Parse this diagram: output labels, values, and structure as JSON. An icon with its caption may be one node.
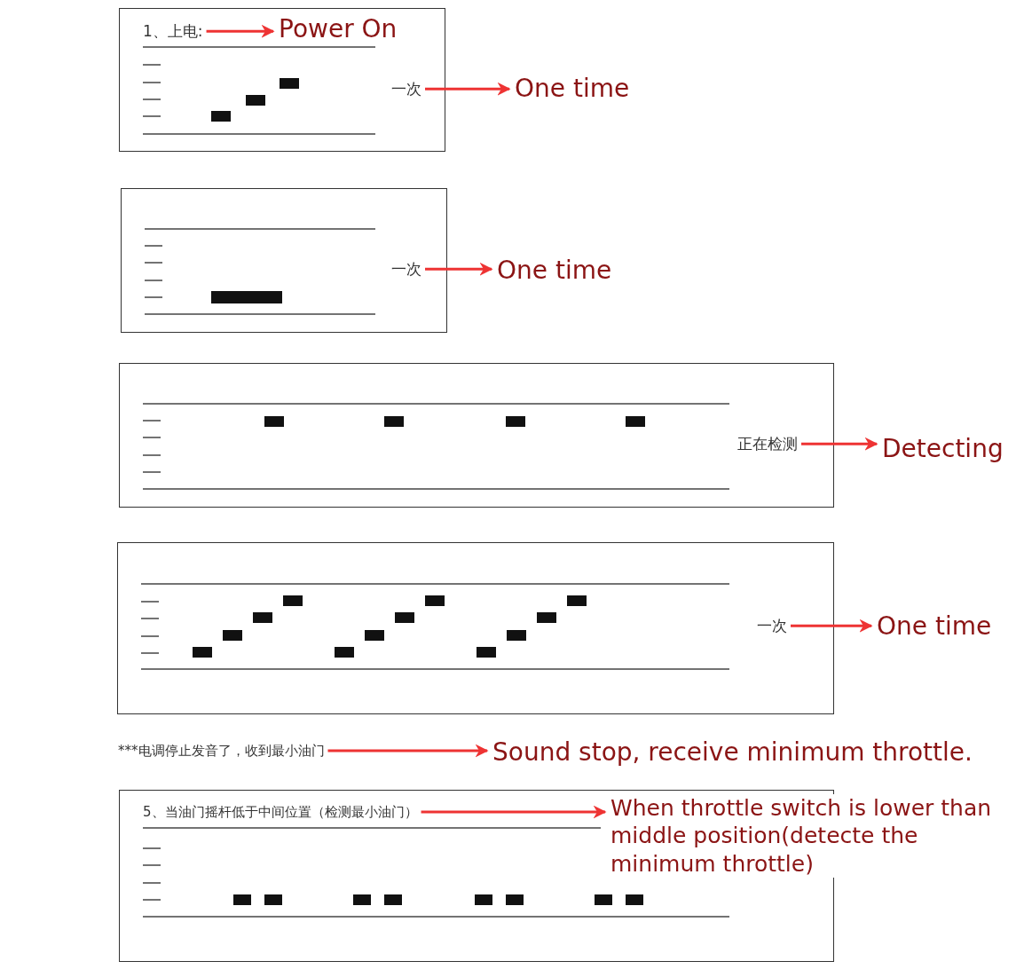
{
  "diagram": {
    "nodes": [
      {
        "text": [],
        "shape": "box"
      },
      {
        "text": [
          "1、上电:"
        ],
        "in": 0
      },
      {
        "text": [
          "Power On"
        ],
        "in": 0
      },
      {
        "text": [
          "一次"
        ],
        "in": 0
      },
      {
        "text": [
          "One time"
        ]
      },
      {
        "text": [],
        "shape": "box"
      },
      {
        "text": [
          "一次"
        ],
        "in": 5
      },
      {
        "text": [
          "One time"
        ]
      },
      {
        "text": [],
        "shape": "box"
      },
      {
        "text": [
          "正在检测"
        ],
        "in": 8
      },
      {
        "text": [
          "Detecting"
        ]
      },
      {
        "text": [],
        "shape": "box"
      },
      {
        "text": [
          "一次"
        ],
        "in": 11
      },
      {
        "text": [
          "One time"
        ]
      },
      {
        "text": [
          "***电调停止发音了，收到最小油门"
        ]
      },
      {
        "text": [
          "Sound stop, receive minimum throttle."
        ]
      },
      {
        "text": [],
        "shape": "box"
      },
      {
        "text": [
          "5、当油门摇杆低于中间位置（检测最小油门）"
        ],
        "in": 16
      },
      {
        "text": [
          "When throttle switch is lower than middle position(detecte the minimum throttle)"
        ]
      }
    ],
    "edges": [
      {
        "from": 1,
        "to": 2,
        "arrow": "to"
      },
      {
        "from": 3,
        "to": 4,
        "arrow": "to"
      },
      {
        "from": 6,
        "to": 7,
        "arrow": "to"
      },
      {
        "from": 9,
        "to": 10,
        "arrow": "to"
      },
      {
        "from": 12,
        "to": 13,
        "arrow": "to"
      },
      {
        "from": 14,
        "to": 15,
        "arrow": "to"
      },
      {
        "from": 17,
        "to": 18,
        "arrow": "to"
      }
    ]
  }
}
